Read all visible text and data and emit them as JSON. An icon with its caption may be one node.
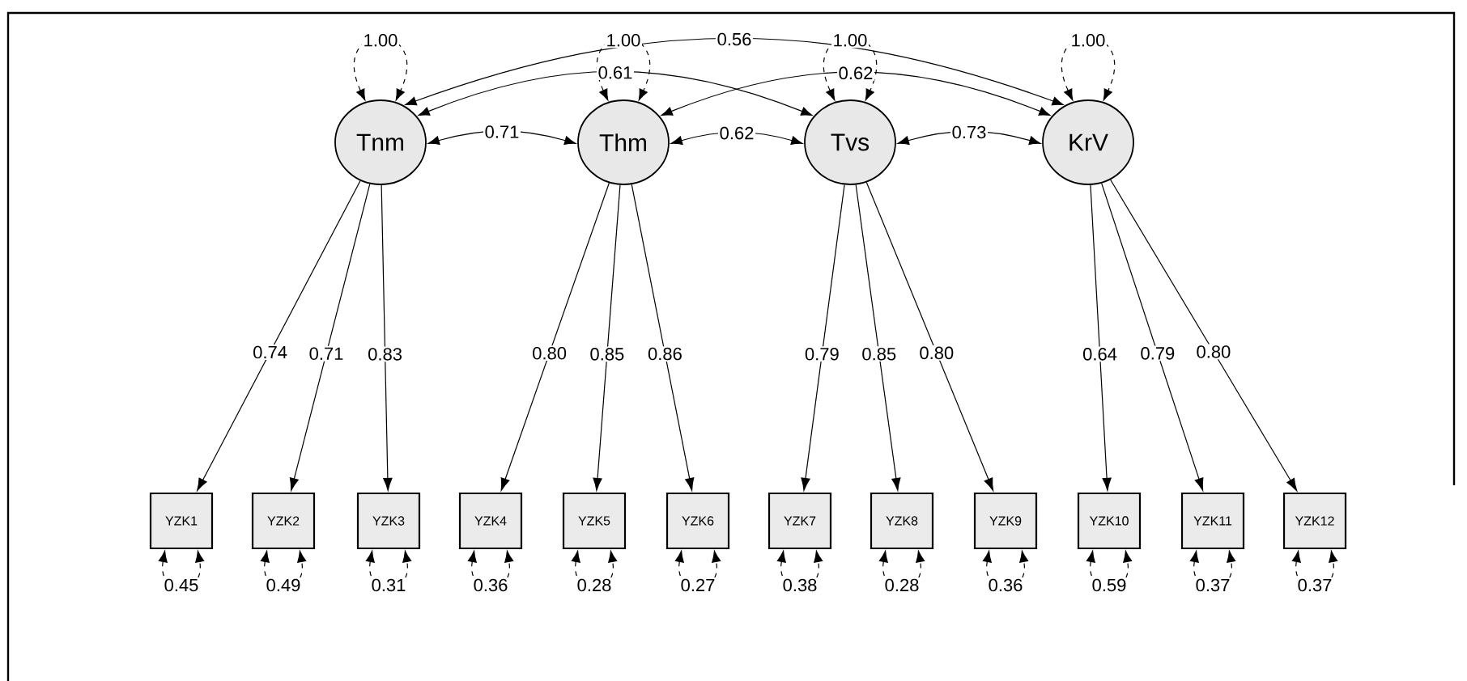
{
  "diagram": {
    "nodes": [
      {
        "text": [
          "Tnm"
        ]
      },
      {
        "text": [
          "Thm"
        ]
      },
      {
        "text": [
          "Tvs"
        ]
      },
      {
        "text": [
          "KrV"
        ]
      },
      {
        "text": [
          "YZK1"
        ]
      },
      {
        "text": [
          "YZK2"
        ]
      },
      {
        "text": [
          "YZK3"
        ]
      },
      {
        "text": [
          "YZK4"
        ]
      },
      {
        "text": [
          "YZK5"
        ]
      },
      {
        "text": [
          "YZK6"
        ]
      },
      {
        "text": [
          "YZK7"
        ]
      },
      {
        "text": [
          "YZK8"
        ]
      },
      {
        "text": [
          "YZK9"
        ]
      },
      {
        "text": [
          "YZK10"
        ]
      },
      {
        "text": [
          "YZK11"
        ]
      },
      {
        "text": [
          "YZK12"
        ]
      }
    ],
    "edges": [
      {
        "from": 0,
        "to": 4,
        "arrow": "to",
        "label": "0.74"
      },
      {
        "from": 0,
        "to": 5,
        "arrow": "to",
        "label": "0.71"
      },
      {
        "from": 0,
        "to": 6,
        "arrow": "to",
        "label": "0.83"
      },
      {
        "from": 1,
        "to": 7,
        "arrow": "to",
        "label": "0.80"
      },
      {
        "from": 1,
        "to": 8,
        "arrow": "to",
        "label": "0.85"
      },
      {
        "from": 1,
        "to": 9,
        "arrow": "to",
        "label": "0.86"
      },
      {
        "from": 2,
        "to": 10,
        "arrow": "to",
        "label": "0.79"
      },
      {
        "from": 2,
        "to": 11,
        "arrow": "to",
        "label": "0.85"
      },
      {
        "from": 2,
        "to": 12,
        "arrow": "to",
        "label": "0.80"
      },
      {
        "from": 3,
        "to": 13,
        "arrow": "to",
        "label": "0.64"
      },
      {
        "from": 3,
        "to": 14,
        "arrow": "to",
        "label": "0.79"
      },
      {
        "from": 3,
        "to": 15,
        "arrow": "to",
        "label": "0.80"
      },
      {
        "from": 0,
        "to": 1,
        "arrow": "both",
        "label": "0.71"
      },
      {
        "from": 0,
        "to": 2,
        "arrow": "both",
        "label": "0.61"
      },
      {
        "from": 0,
        "to": 3,
        "arrow": "both",
        "label": "0.56"
      },
      {
        "from": 1,
        "to": 2,
        "arrow": "both",
        "label": "0.62"
      },
      {
        "from": 1,
        "to": 3,
        "arrow": "both",
        "label": "0.62"
      },
      {
        "from": 2,
        "to": 3,
        "arrow": "both",
        "label": "0.73"
      },
      {
        "from": 0,
        "to": 0,
        "arrow": "both",
        "style": "dashed",
        "label": "1.00"
      },
      {
        "from": 1,
        "to": 1,
        "arrow": "both",
        "style": "dashed",
        "label": "1.00"
      },
      {
        "from": 2,
        "to": 2,
        "arrow": "both",
        "style": "dashed",
        "label": "1.00"
      },
      {
        "from": 3,
        "to": 3,
        "arrow": "both",
        "style": "dashed",
        "label": "1.00"
      },
      {
        "from": 4,
        "to": 4,
        "arrow": "both",
        "style": "dashed",
        "label": "0.45"
      },
      {
        "from": 5,
        "to": 5,
        "arrow": "both",
        "style": "dashed",
        "label": "0.49"
      },
      {
        "from": 6,
        "to": 6,
        "arrow": "both",
        "style": "dashed",
        "label": "0.31"
      },
      {
        "from": 7,
        "to": 7,
        "arrow": "both",
        "style": "dashed",
        "label": "0.36"
      },
      {
        "from": 8,
        "to": 8,
        "arrow": "both",
        "style": "dashed",
        "label": "0.28"
      },
      {
        "from": 9,
        "to": 9,
        "arrow": "both",
        "style": "dashed",
        "label": "0.27"
      },
      {
        "from": 10,
        "to": 10,
        "arrow": "both",
        "style": "dashed",
        "label": "0.38"
      },
      {
        "from": 11,
        "to": 11,
        "arrow": "both",
        "style": "dashed",
        "label": "0.28"
      },
      {
        "from": 12,
        "to": 12,
        "arrow": "both",
        "style": "dashed",
        "label": "0.36"
      },
      {
        "from": 13,
        "to": 13,
        "arrow": "both",
        "style": "dashed",
        "label": "0.59"
      },
      {
        "from": 14,
        "to": 14,
        "arrow": "both",
        "style": "dashed",
        "label": "0.37"
      },
      {
        "from": 15,
        "to": 15,
        "arrow": "both",
        "style": "dashed",
        "label": "0.37"
      }
    ]
  }
}
